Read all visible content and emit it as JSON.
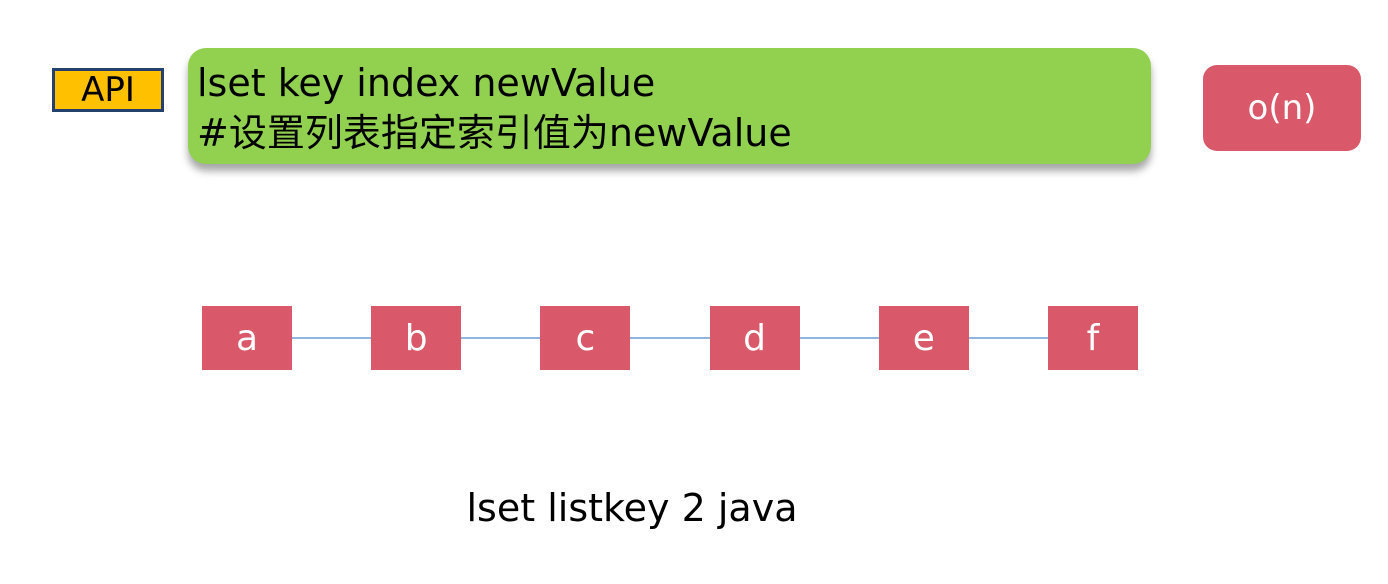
{
  "api_label": "API",
  "command": {
    "syntax": "lset key index newValue",
    "description": "#设置列表指定索引值为newValue"
  },
  "complexity": "o(n)",
  "list": {
    "nodes": [
      "a",
      "b",
      "c",
      "d",
      "e",
      "f"
    ],
    "node_color": "#d9596a",
    "connector_color": "#8fb4df"
  },
  "example": "lset listkey 2 java",
  "colors": {
    "api_tag": "#ffc000",
    "command_box": "#92d050",
    "complexity_box": "#d9596a"
  }
}
